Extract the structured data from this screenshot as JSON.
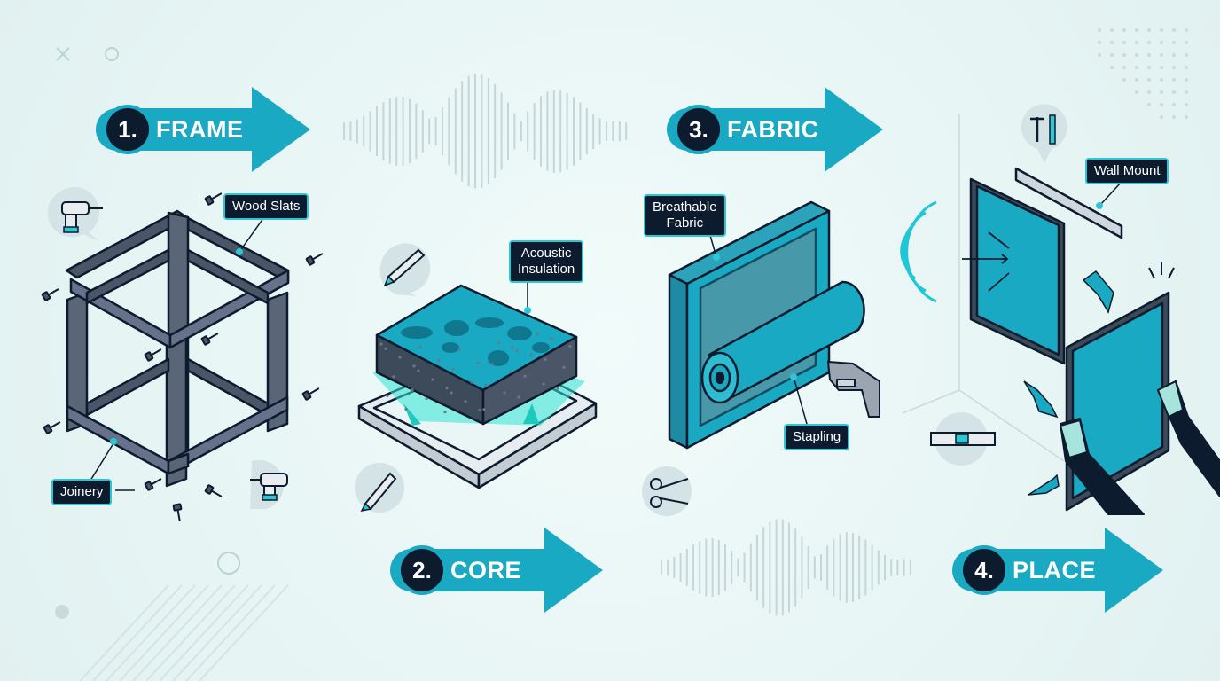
{
  "steps": [
    {
      "number": "1.",
      "title": "FRAME"
    },
    {
      "number": "2.",
      "title": "CORE"
    },
    {
      "number": "3.",
      "title": "FABRIC"
    },
    {
      "number": "4.",
      "title": "PLACE"
    }
  ],
  "callouts": {
    "wood_slats": "Wood Slats",
    "joinery": "Joinery",
    "acoustic_insulation_l1": "Acoustic",
    "acoustic_insulation_l2": "Insulation",
    "breathable_fabric_l1": "Breathable",
    "breathable_fabric_l2": "Fabric",
    "stapling": "Stapling",
    "wall_mount": "Wall Mount"
  },
  "icons": [
    "drill-icon",
    "utility-knife-icon",
    "scissors-icon",
    "staple-gun-icon",
    "spirit-level-icon",
    "wall-anchor-icon",
    "sound-wave-icon"
  ],
  "colors": {
    "accent": "#1aa9c2",
    "accent_light": "#2cc7d3",
    "dark": "#0d1b2e",
    "wood": "#4a5568",
    "background": "#eaf6f6"
  }
}
